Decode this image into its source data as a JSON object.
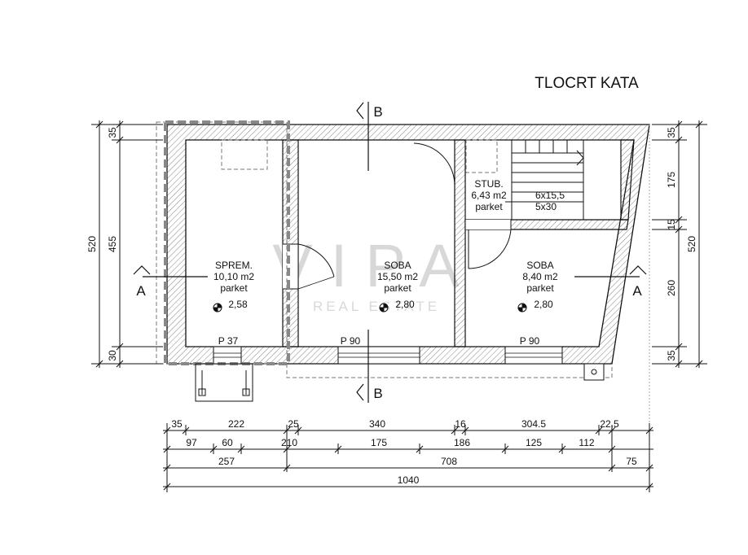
{
  "title": "TLOCRT KATA",
  "watermark": {
    "brand": "VIPA",
    "sub": "REAL ESTATE"
  },
  "section_markers": {
    "a": "A",
    "b": "B"
  },
  "rooms": {
    "sprem": {
      "name": "SPREM.",
      "area": "10,10 m2",
      "floor": "parket",
      "height": "2,58",
      "window": "P 37"
    },
    "soba1": {
      "name": "SOBA",
      "area": "15,50 m2",
      "floor": "parket",
      "height": "2,80",
      "window": "P 90"
    },
    "stub": {
      "name": "STUB.",
      "area": "6,43 m2",
      "floor": "parket",
      "steps1": "6x15,5",
      "steps2": "5x30"
    },
    "soba2": {
      "name": "SOBA",
      "area": "8,40 m2",
      "floor": "parket",
      "height": "2,80",
      "window": "P 90"
    }
  },
  "dims_left": {
    "top": "35",
    "overall": "520",
    "main": "455",
    "bottom": "30"
  },
  "dims_right": {
    "top": "35",
    "mid1": "175",
    "mid2": "15",
    "mid3": "260",
    "bottom": "35",
    "overall": "520"
  },
  "dims_bottom": {
    "row1": [
      "35",
      "222",
      "25",
      "340",
      "16",
      "304.5",
      "22.5"
    ],
    "row2": [
      "97",
      "60",
      "210",
      "175",
      "186",
      "125",
      "112"
    ],
    "row3": [
      "257",
      "708",
      "75"
    ],
    "row4": [
      "1040"
    ]
  },
  "colors": {
    "line": "#111111",
    "hatch": "#555555",
    "dashed": "#777777",
    "watermark": "#d8d8d8"
  }
}
